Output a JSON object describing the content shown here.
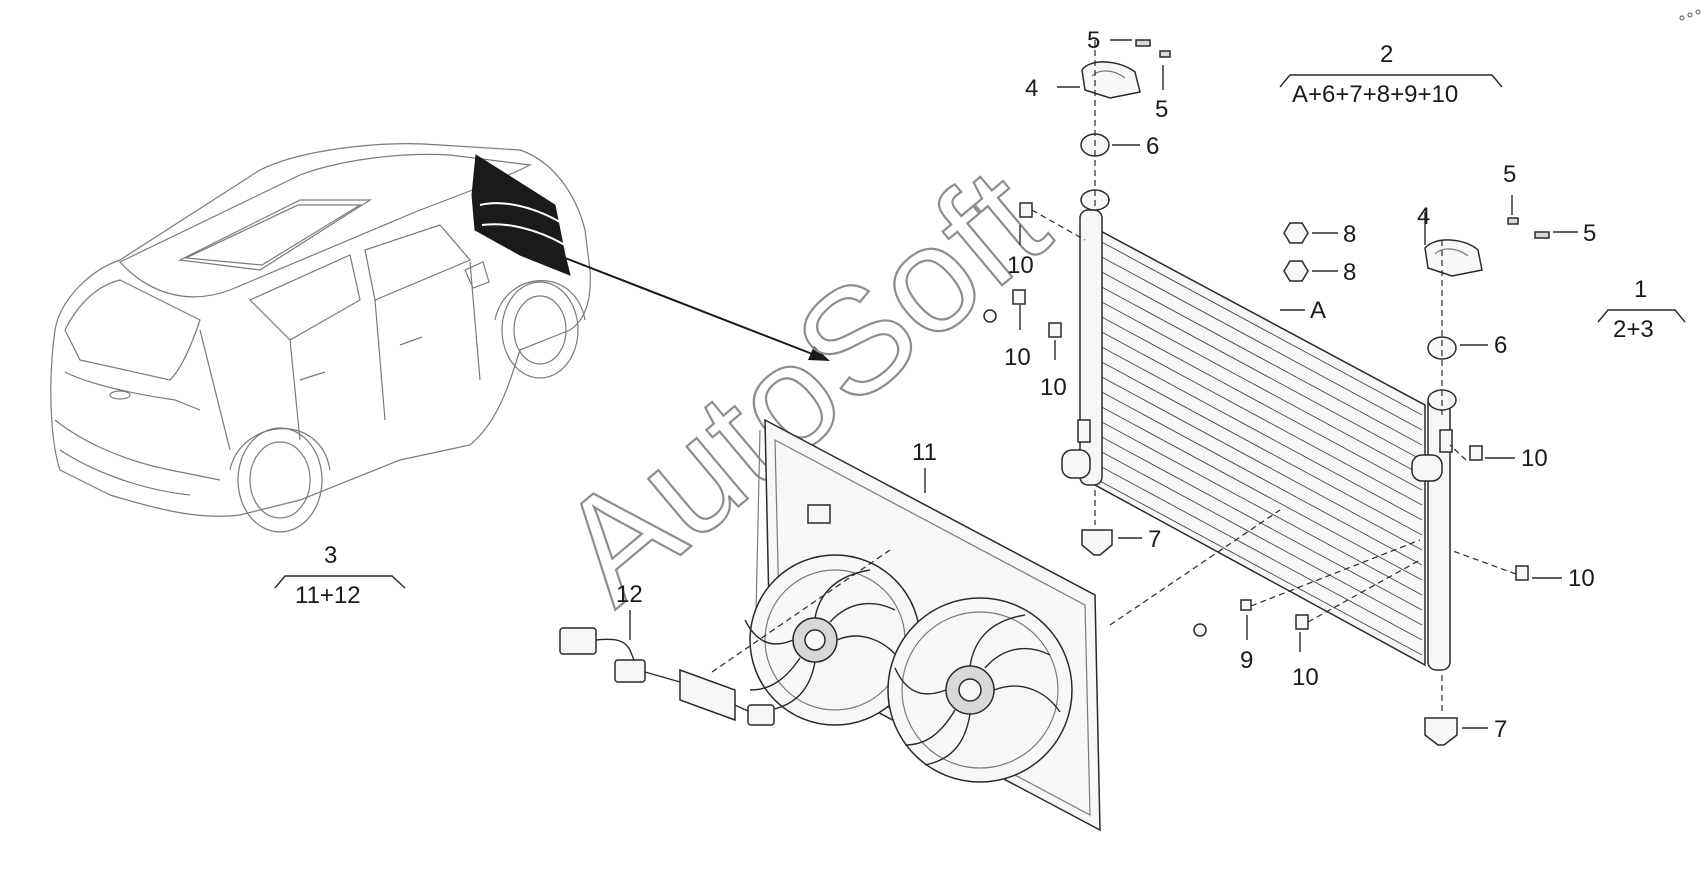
{
  "callouts": {
    "c5a": "5",
    "c5b": "5",
    "c4a": "4",
    "c6a": "6",
    "c2": "2",
    "c2_formula": "A+6+7+8+9+10",
    "c8a": "8",
    "c8b": "8",
    "cA": "A",
    "c5c": "5",
    "c5d": "5",
    "c4b": "4",
    "c1": "1",
    "c1_formula": "2+3",
    "c6b": "6",
    "c10a": "10",
    "c10b": "10",
    "c10c": "10",
    "c10d": "10",
    "c10e": "10",
    "c10f": "10",
    "c11": "11",
    "c7a": "7",
    "c7b": "7",
    "c3": "3",
    "c3_formula": "11+12",
    "c12": "12",
    "c9": "9"
  },
  "watermark": "AutoSoft"
}
